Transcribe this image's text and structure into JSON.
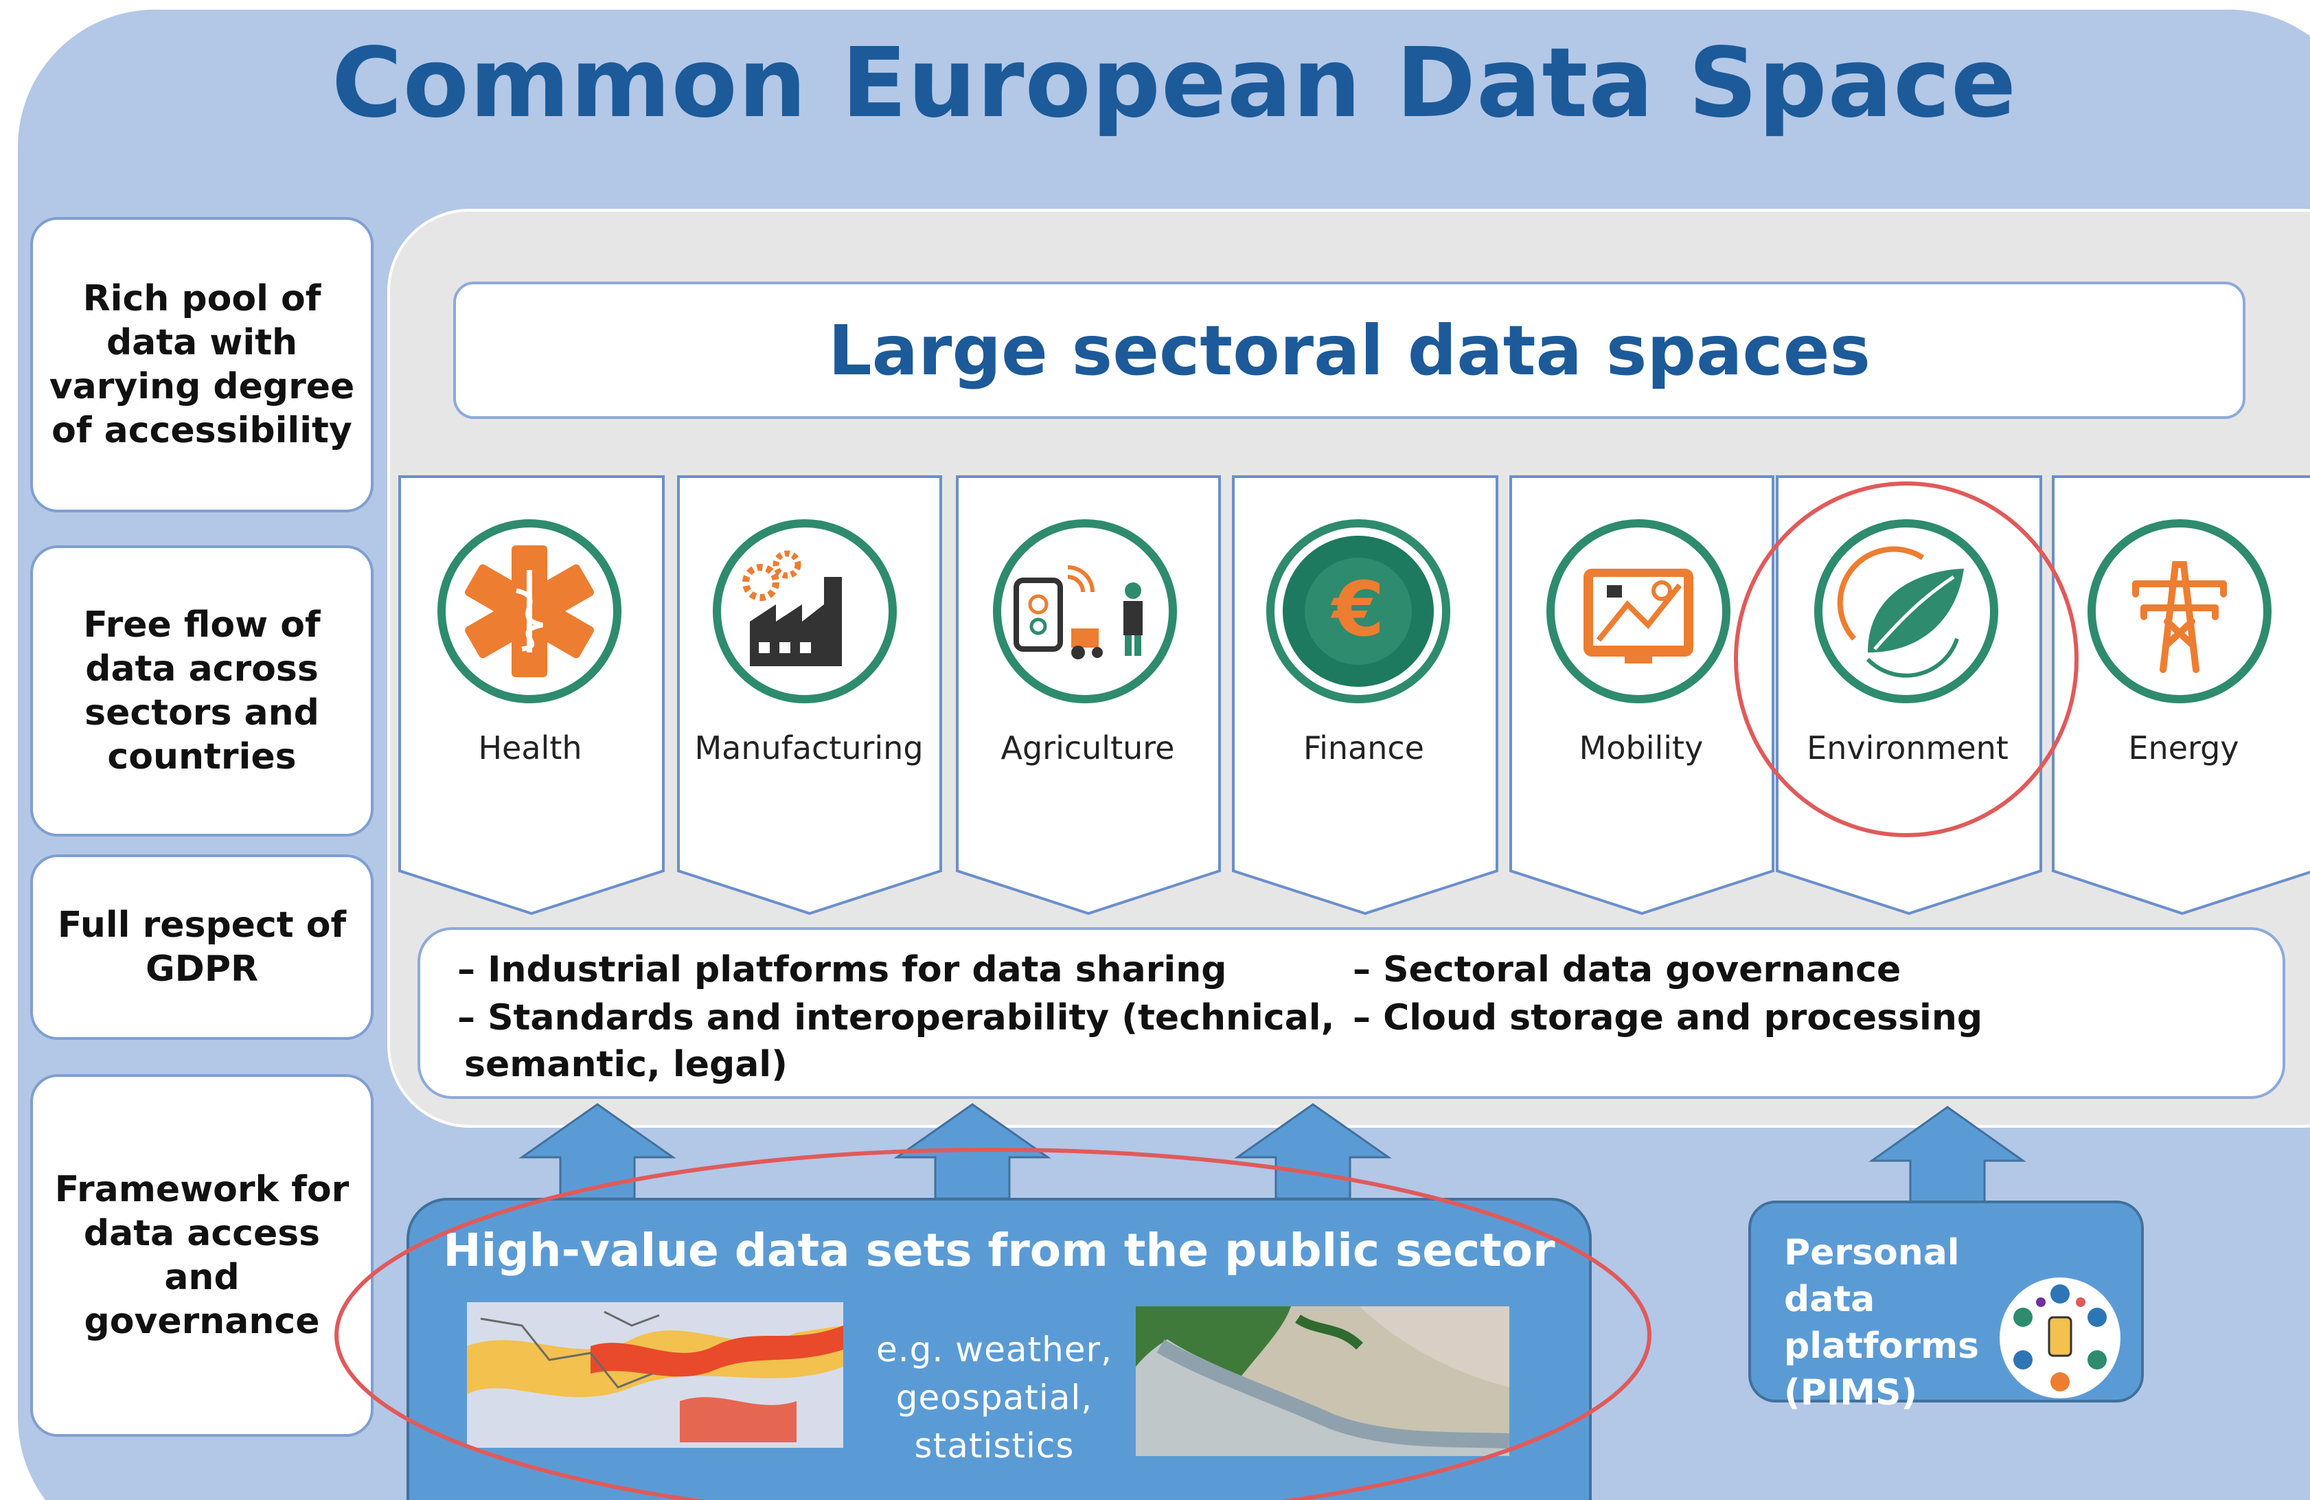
{
  "title": "Common European Data Space",
  "left_column": [
    "Rich pool of\ndata with\nvarying degree\nof accessibility",
    "Free flow of\ndata across\nsectors and\ncountries",
    "Full respect of\nGDPR",
    "Framework for\ndata access and\ngovernance"
  ],
  "sectoral_title": "Large sectoral data spaces",
  "sectors": [
    {
      "label": "Health",
      "icon": "health-icon"
    },
    {
      "label": "Manufacturing",
      "icon": "factory-icon"
    },
    {
      "label": "Agriculture",
      "icon": "agriculture-icon"
    },
    {
      "label": "Finance",
      "icon": "euro-icon"
    },
    {
      "label": "Mobility",
      "icon": "map-tablet-icon"
    },
    {
      "label": "Environment",
      "icon": "leaf-icon"
    },
    {
      "label": "Energy",
      "icon": "power-pylon-icon"
    }
  ],
  "features": {
    "left": [
      "– Industrial platforms for data sharing",
      "– Standards and interoperability (technical,",
      "semantic, legal)"
    ],
    "right": [
      "– Sectoral data governance",
      "– Cloud storage and processing"
    ]
  },
  "high_value": {
    "title": "High-value data sets from the public sector",
    "examples": "e.g. weather,\ngeospatial,\nstatistics"
  },
  "pims": {
    "text": "Personal data\nplatforms\n(PIMS)",
    "icon": "personal-data-network-icon"
  },
  "colors": {
    "background": "#b3c7e7",
    "title_blue": "#1d5a99",
    "icon_teal": "#2e8b6e",
    "icon_orange": "#ed7d31",
    "box_blue": "#5b9bd5",
    "highlight_red": "#e05a5a"
  }
}
